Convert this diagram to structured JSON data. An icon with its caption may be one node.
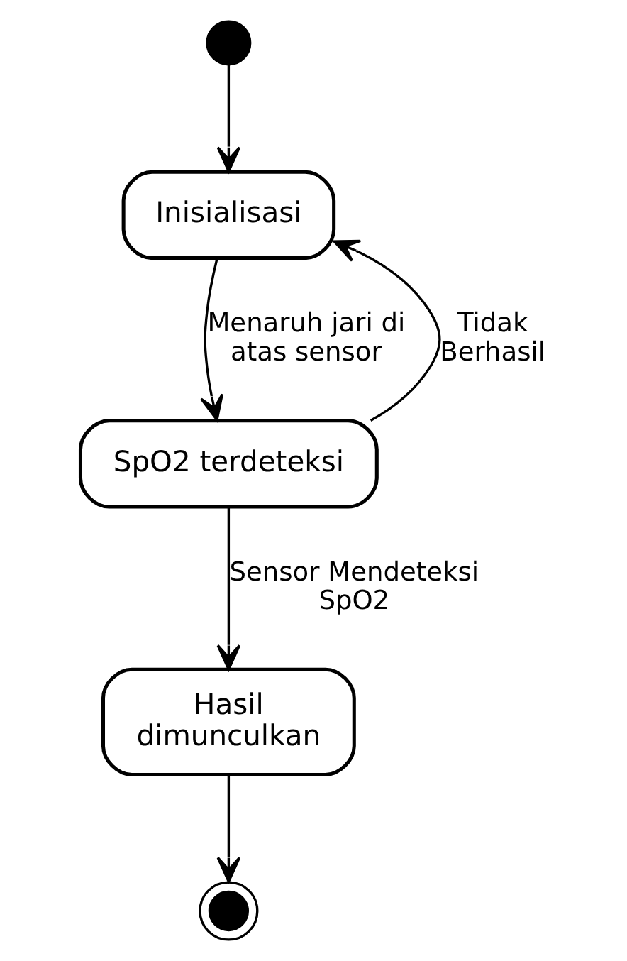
{
  "diagram": {
    "nodes": [
      {
        "text": [],
        "shape": "circle"
      },
      {
        "text": [
          "Inisialisasi"
        ]
      },
      {
        "text": [
          "SpO2 terdeteksi"
        ]
      },
      {
        "text": [
          "Hasil dimunculkan"
        ]
      },
      {
        "text": [],
        "shape": "circle"
      }
    ],
    "edges": [
      {
        "from": 0,
        "to": 1,
        "arrow": "to"
      },
      {
        "from": 1,
        "to": 2,
        "arrow": "to",
        "label": "Menaruh jari di atas sensor"
      },
      {
        "from": 2,
        "to": 1,
        "arrow": "to",
        "label": "Tidak Berhasil"
      },
      {
        "from": 2,
        "to": 3,
        "arrow": "to",
        "label": "Sensor Mendeteksi SpO2"
      },
      {
        "from": 3,
        "to": 4,
        "arrow": "to"
      }
    ]
  }
}
